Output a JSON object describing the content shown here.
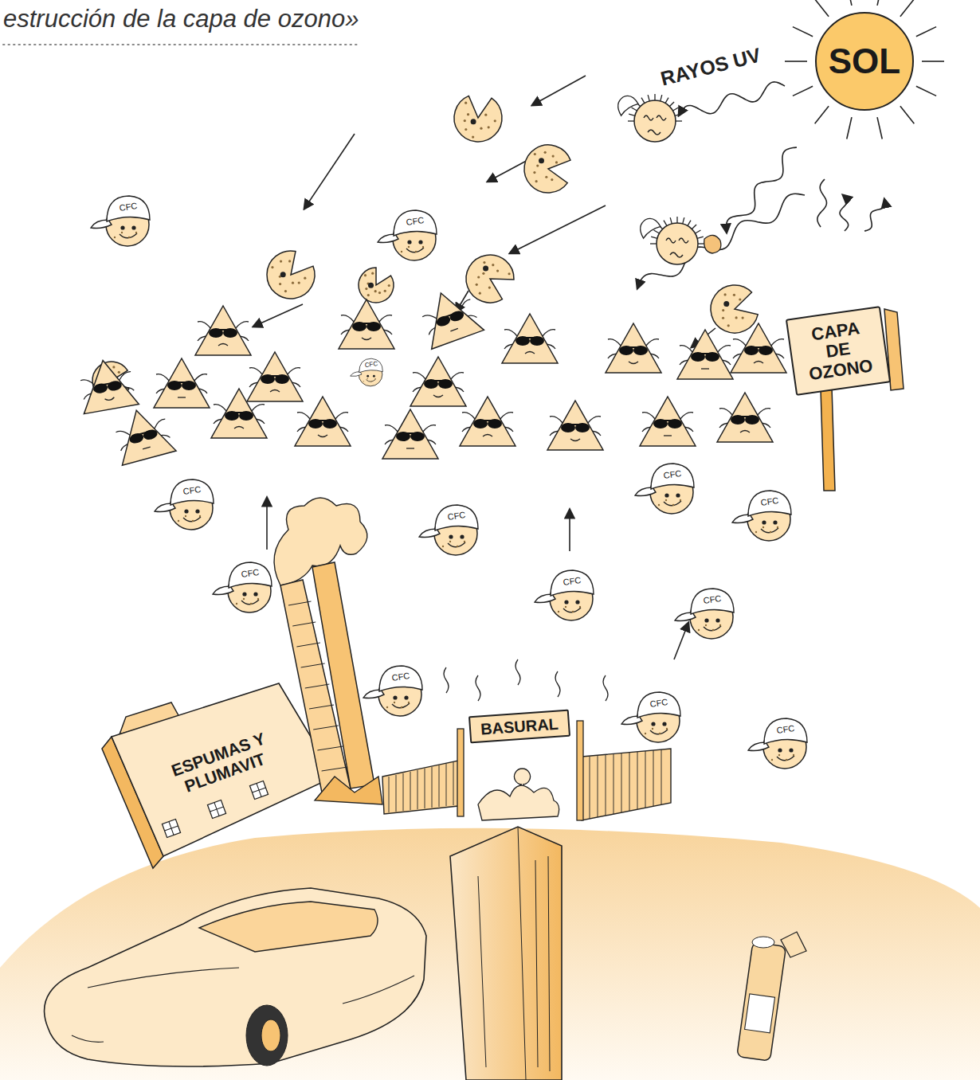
{
  "diagram": {
    "title": "estrucción de la capa de ozono»",
    "nodes": [
      {
        "text": [
          "SOL"
        ]
      },
      {
        "text": [
          "CAPA DE OZONO"
        ]
      },
      {
        "text": [
          "ESPUMAS Y PLUMAVIT"
        ]
      },
      {
        "text": [
          "BASURAL"
        ]
      }
    ],
    "labels": [
      "RAYOS UV",
      "CFC",
      "CFC",
      "CFC",
      "CFC",
      "CFC",
      "CFC",
      "CFC",
      "CFC",
      "CFC",
      "CFC",
      "CFC",
      "CFC",
      "CFC"
    ]
  }
}
